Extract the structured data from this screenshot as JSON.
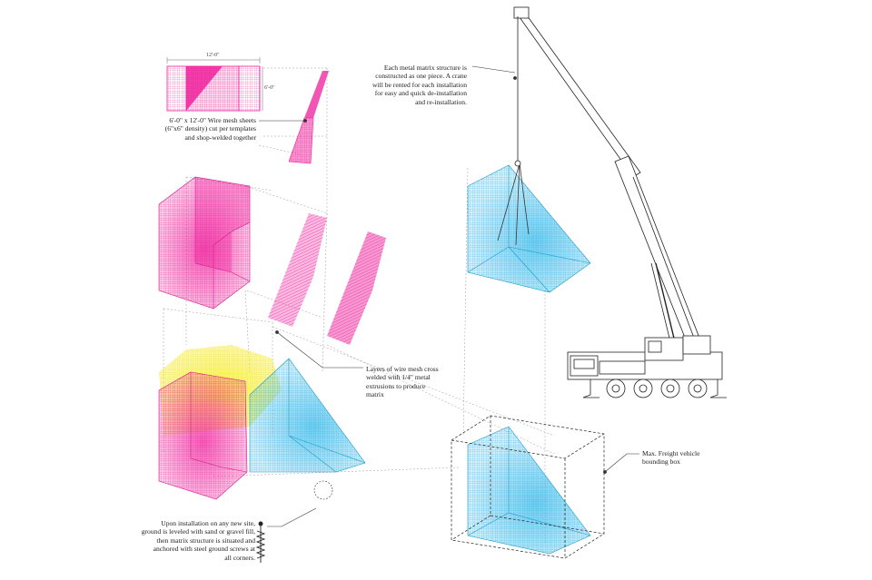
{
  "colors": {
    "magenta": "#ee1c9a",
    "cyan": "#2ab4e8",
    "yellow": "#f5ee20",
    "line": "#444444"
  },
  "dimensions": {
    "width": "12'-0\"",
    "height": "6'-0\""
  },
  "notes": {
    "mesh_sheets": [
      "6'-0\" x 12'-0\" Wire mesh sheets",
      "(6\"x6\" density) cut per templates",
      "and shop-welded together"
    ],
    "crane": [
      "Each metal matrix structure is",
      "constructed as one piece. A crane",
      "will be rented for each installation",
      "for easy and quick de-installation",
      "and re-installation."
    ],
    "layers": [
      "Layers of wire mesh cross",
      "welded with 1/4\" metal",
      "extrusions to produce",
      "matrix"
    ],
    "freight": [
      "Max. Freight vehicle",
      "bounding box"
    ],
    "installation": [
      "Upon installation on any new site,",
      "ground is leveled with sand or gravel fill,",
      "then matrix structure is situated and",
      "anchored with steel ground screws at",
      "all corners."
    ]
  },
  "icons": {
    "crane": "crane-truck-icon",
    "ground_screw": "ground-screw-icon"
  }
}
